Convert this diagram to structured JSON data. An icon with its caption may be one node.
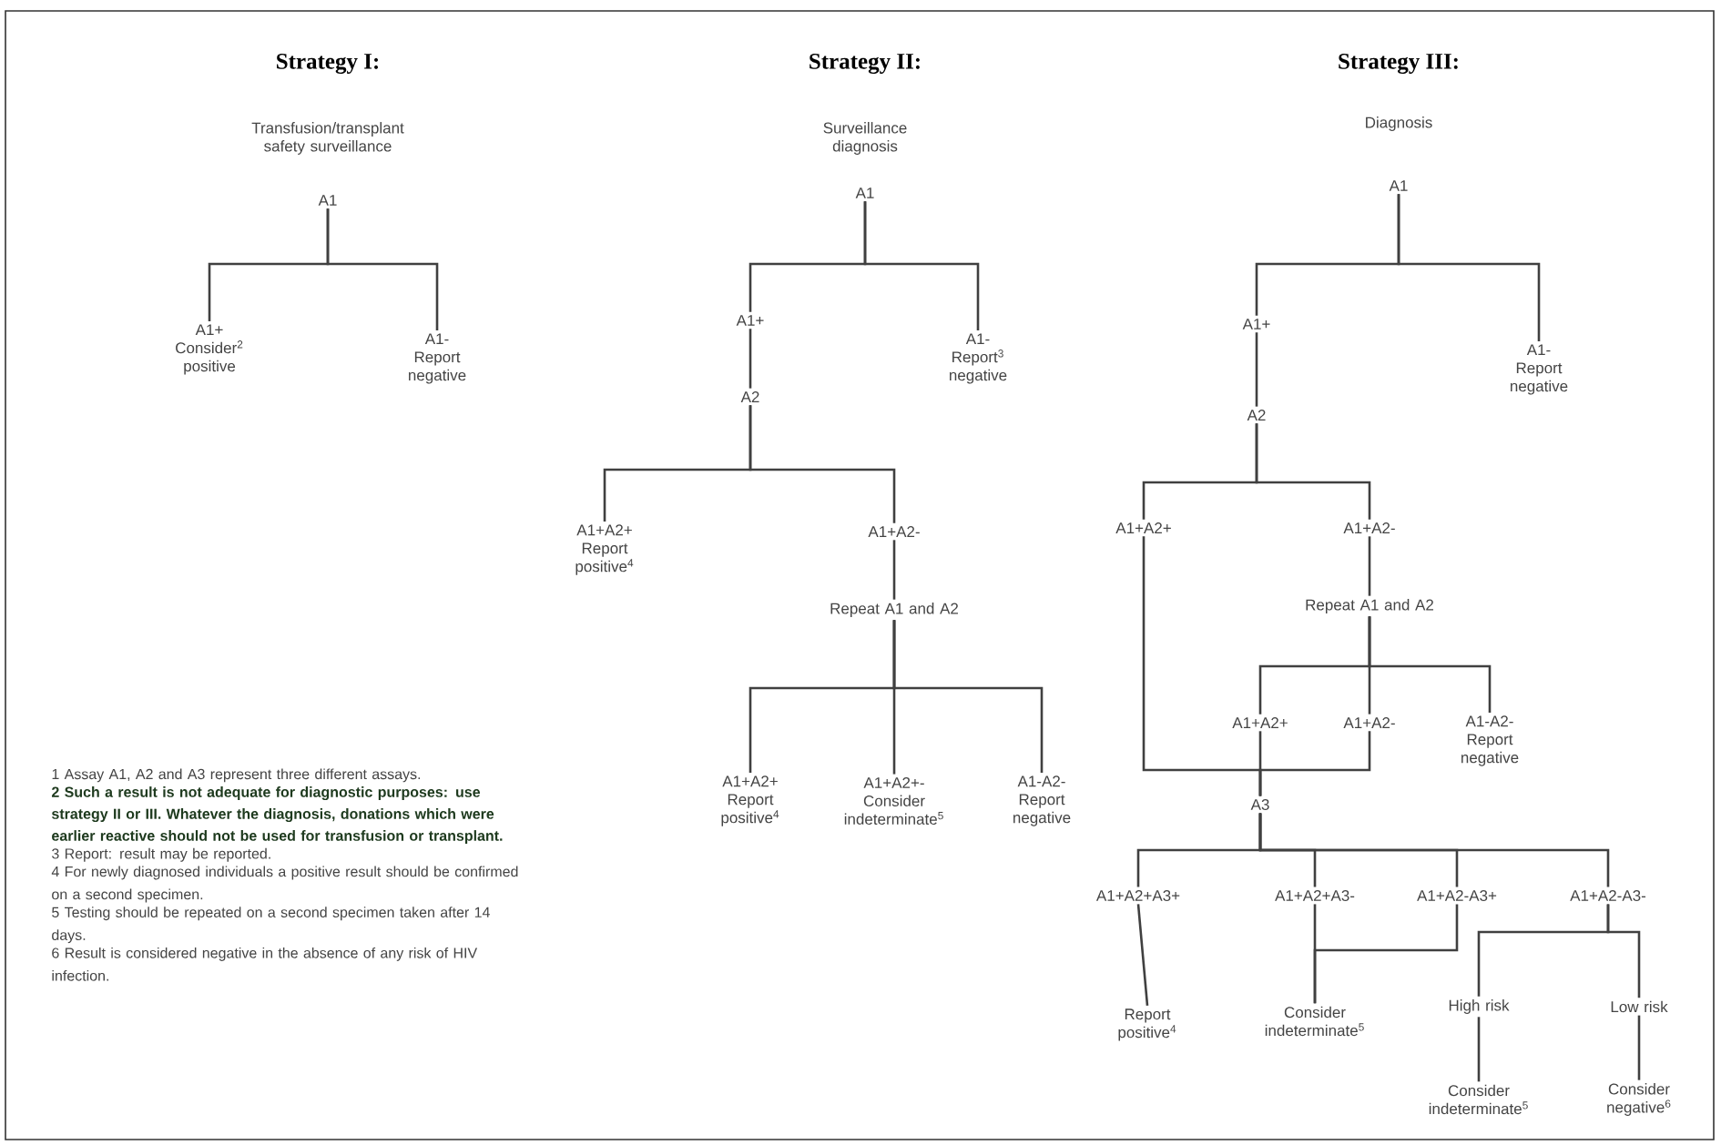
{
  "diagram": {
    "nodes": [
      {
        "text": [
          "A1"
        ],
        "beside": [
          "Transfusion/transplant safety surveillance"
        ]
      },
      {
        "text": [
          "A1+",
          "Consider$^{2}$ positive"
        ]
      },
      {
        "text": [
          "A1-",
          "Report negative"
        ]
      },
      {
        "text": [
          "A1"
        ],
        "beside": [
          "Surveillance diagnosis"
        ]
      },
      {
        "text": [
          "A1+"
        ]
      },
      {
        "text": [
          "A1-",
          "Report$^{3}$ negative"
        ]
      },
      {
        "text": [
          "A2"
        ]
      },
      {
        "text": [
          "A1+A2+",
          "Report positive$^{4}$"
        ]
      },
      {
        "text": [
          "A1+A2-"
        ]
      },
      {
        "text": [
          "Repeat A1 and A2"
        ]
      },
      {
        "text": [
          "A1+A2+",
          "Report positive$^{4}$"
        ]
      },
      {
        "text": [
          "A1+A2+-",
          "Consider indeterminate$^{5}$"
        ]
      },
      {
        "text": [
          "A1-A2-",
          "Report negative"
        ]
      },
      {
        "text": [
          "A1"
        ],
        "beside": [
          "Diagnosis"
        ]
      },
      {
        "text": [
          "A1+"
        ]
      },
      {
        "text": [
          "A1-",
          "Report negative"
        ]
      },
      {
        "text": [
          "A2"
        ]
      },
      {
        "text": [
          "A1+A2+"
        ]
      },
      {
        "text": [
          "A1+A2-"
        ]
      },
      {
        "text": [
          "Repeat A1 and A2"
        ]
      },
      {
        "text": [
          "A1+A2+"
        ]
      },
      {
        "text": [
          "A1+A2-"
        ]
      },
      {
        "text": [
          "A1-A2-",
          "Report negative"
        ]
      },
      {
        "text": [
          "A3"
        ]
      },
      {
        "text": [
          "A1+A2+A3+"
        ]
      },
      {
        "text": [
          "A1+A2+A3-"
        ]
      },
      {
        "text": [
          "A1+A2-A3+"
        ]
      },
      {
        "text": [
          "A1+A2-A3-"
        ]
      },
      {
        "text": [
          "Report positive$^{4}$"
        ]
      },
      {
        "text": [
          "Consider indeterminate$^{5}$"
        ]
      },
      {
        "text": [
          "High risk"
        ]
      },
      {
        "text": [
          "Low risk"
        ]
      },
      {
        "text": [
          "Consider indeterminate$^{5}$"
        ]
      },
      {
        "text": [
          "Consider negative$^{6}$"
        ]
      }
    ],
    "edges": [
      {
        "from": 0,
        "to": 1,
        "arrow": "none"
      },
      {
        "from": 0,
        "to": 2,
        "arrow": "none"
      },
      {
        "from": 3,
        "to": 4,
        "arrow": "none"
      },
      {
        "from": 3,
        "to": 5,
        "arrow": "none"
      },
      {
        "from": 4,
        "to": 6,
        "arrow": "none"
      },
      {
        "from": 6,
        "to": 7,
        "arrow": "none"
      },
      {
        "from": 6,
        "to": 8,
        "arrow": "none"
      },
      {
        "from": 8,
        "to": 9,
        "arrow": "none"
      },
      {
        "from": 9,
        "to": 10,
        "arrow": "none"
      },
      {
        "from": 9,
        "to": 11,
        "arrow": "none"
      },
      {
        "from": 9,
        "to": 12,
        "arrow": "none"
      },
      {
        "from": 13,
        "to": 14,
        "arrow": "none"
      },
      {
        "from": 13,
        "to": 15,
        "arrow": "none"
      },
      {
        "from": 14,
        "to": 16,
        "arrow": "none"
      },
      {
        "from": 16,
        "to": 17,
        "arrow": "none"
      },
      {
        "from": 16,
        "to": 18,
        "arrow": "none"
      },
      {
        "from": 18,
        "to": 19,
        "arrow": "none"
      },
      {
        "from": 19,
        "to": 20,
        "arrow": "none"
      },
      {
        "from": 19,
        "to": 21,
        "arrow": "none"
      },
      {
        "from": 19,
        "to": 22,
        "arrow": "none"
      },
      {
        "from": 17,
        "to": 23,
        "arrow": "none"
      },
      {
        "from": 20,
        "to": 23,
        "arrow": "none"
      },
      {
        "from": 21,
        "to": 23,
        "arrow": "none"
      },
      {
        "from": 23,
        "to": 24,
        "arrow": "none"
      },
      {
        "from": 23,
        "to": 25,
        "arrow": "none"
      },
      {
        "from": 23,
        "to": 26,
        "arrow": "none"
      },
      {
        "from": 23,
        "to": 27,
        "arrow": "none"
      },
      {
        "from": 24,
        "to": 28,
        "arrow": "none"
      },
      {
        "from": 25,
        "to": 29,
        "arrow": "none"
      },
      {
        "from": 26,
        "to": 29,
        "arrow": "none"
      },
      {
        "from": 27,
        "to": 30,
        "arrow": "none"
      },
      {
        "from": 27,
        "to": 31,
        "arrow": "none"
      },
      {
        "from": 30,
        "to": 32,
        "arrow": "none"
      },
      {
        "from": 31,
        "to": 33,
        "arrow": "none"
      }
    ],
    "labels": [
      "Strategy I:",
      "Strategy II:",
      "Strategy III:",
      "1 Assay A1, A2 and A3 represent three different assays.",
      "2 Such a result is not adequate for diagnostic purposes: use strategy II or III. Whatever the diagnosis, donations which were earlier reactive should not be used for transfusion or transplant.",
      "3 Report: result may be reported.",
      "4 For newly diagnosed individuals a positive result should be confirmed on a second specimen.",
      "5 Testing should be repeated on a second specimen taken after 14 days.",
      "6 Result is considered negative in the absence of any risk of HIV infection."
    ]
  }
}
